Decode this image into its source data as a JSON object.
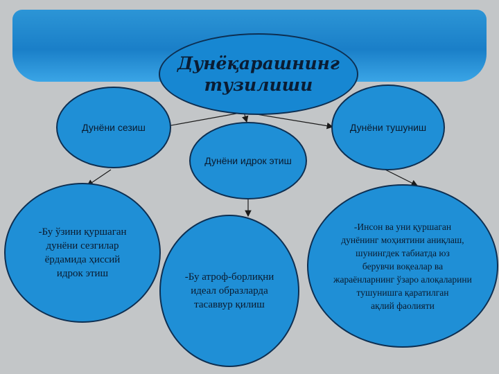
{
  "diagram": {
    "title": "Дунёқарашнинг\nтузилиши",
    "nodes": {
      "sense": "Дунёни сезиш",
      "perceive": "Дунёни идрок этиш",
      "understand": "Дунёни тушуниш"
    },
    "descriptions": {
      "sense": "-Бу ўзини қуршаган\nдунёни сезгилар\nёрдамида ҳиссий\nидрок этиш",
      "perceive": "-Бу атроф-борлиқни\nидеал образларда\nтасаввур қилиш",
      "understand": "-Инсон ва уни қуршаган\nдунёнинг моҳиятини аниқлаш,\nшунингдек табиатда юз\nберувчи воқеалар ва\nжараёнларнинг ўзаро алоқаларини\nтушунишга қаратилган\nақлий фаолияти"
    }
  },
  "colors": {
    "background": "#c3c6c8",
    "ellipse_fill": "#1f8fd6",
    "ellipse_border": "#0d2f52",
    "band": "#2c95d6"
  }
}
